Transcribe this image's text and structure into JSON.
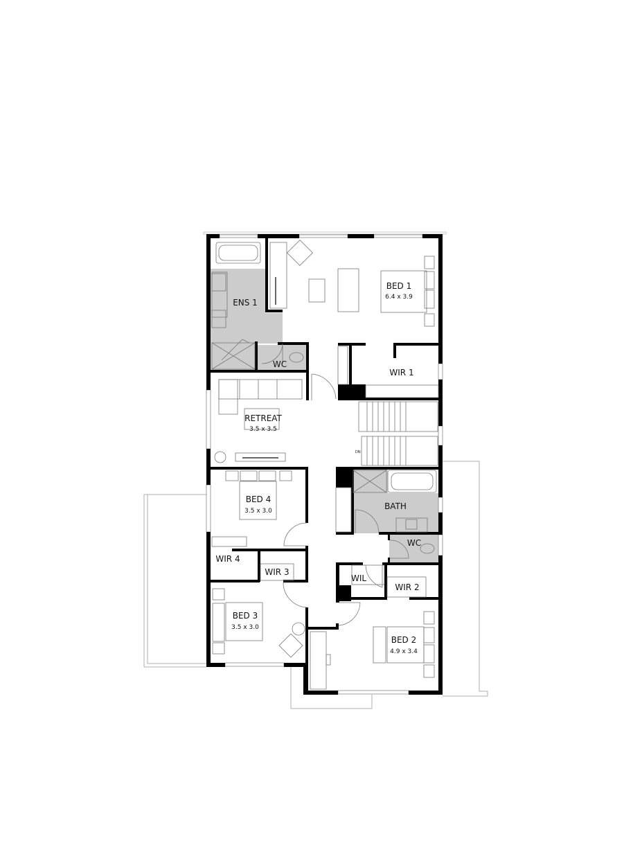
{
  "colors": {
    "wall": "#000000",
    "wet_area": "#cccccc",
    "background": "#ffffff"
  },
  "rooms": {
    "bed1": {
      "name": "BED 1",
      "dims": "6.4 x 3.9"
    },
    "ens1": {
      "name": "ENS 1"
    },
    "wc1": {
      "name": "WC"
    },
    "wir1": {
      "name": "WIR 1"
    },
    "retreat": {
      "name": "RETREAT",
      "dims": "3.5 x 3.5"
    },
    "bed4": {
      "name": "BED 4",
      "dims": "3.5 x 3.0"
    },
    "wir4": {
      "name": "WIR 4"
    },
    "wir3": {
      "name": "WIR 3"
    },
    "bed3": {
      "name": "BED 3",
      "dims": "3.5 x 3.0"
    },
    "bath": {
      "name": "BATH"
    },
    "wc2": {
      "name": "WC"
    },
    "wil": {
      "name": "WIL"
    },
    "wir2": {
      "name": "WIR 2"
    },
    "bed2": {
      "name": "BED 2",
      "dims": "4.9 x 3.4"
    }
  },
  "stairs": {
    "label": "DN"
  }
}
